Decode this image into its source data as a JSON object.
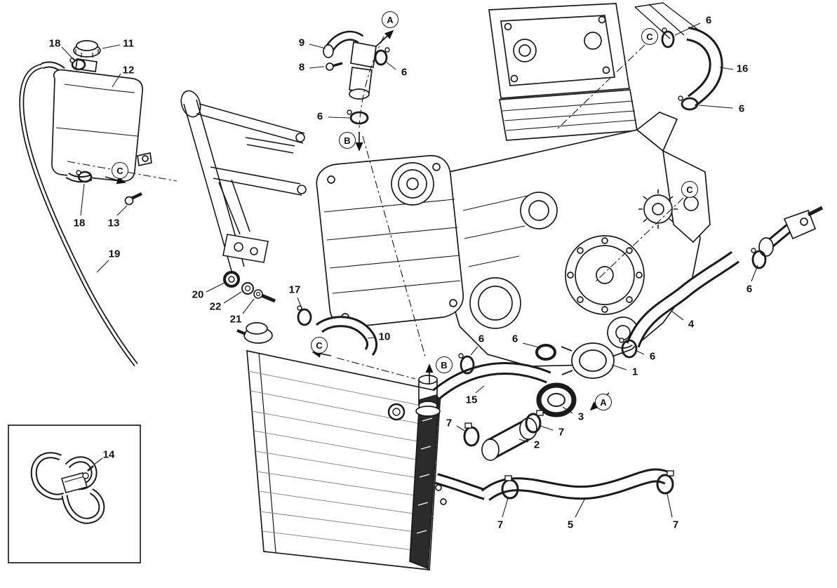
{
  "page": {
    "background_color": "#ffffff",
    "line_color": "#1a1a1a"
  },
  "diagram": {
    "kind": "exploded-parts-diagram",
    "subject": "engine-cooling-circuit",
    "part_callouts": [
      {
        "label": "18"
      },
      {
        "label": "11"
      },
      {
        "label": "12"
      },
      {
        "label": "9"
      },
      {
        "label": "8"
      },
      {
        "label": "6"
      },
      {
        "label": "6"
      },
      {
        "label": "16"
      },
      {
        "label": "6"
      },
      {
        "label": "6"
      },
      {
        "label": "18"
      },
      {
        "label": "13"
      },
      {
        "label": "19"
      },
      {
        "label": "20"
      },
      {
        "label": "22"
      },
      {
        "label": "21"
      },
      {
        "label": "17"
      },
      {
        "label": "10"
      },
      {
        "label": "6"
      },
      {
        "label": "6"
      },
      {
        "label": "1"
      },
      {
        "label": "6"
      },
      {
        "label": "4"
      },
      {
        "label": "6"
      },
      {
        "label": "3"
      },
      {
        "label": "15"
      },
      {
        "label": "7"
      },
      {
        "label": "7"
      },
      {
        "label": "2"
      },
      {
        "label": "14"
      },
      {
        "label": "7"
      },
      {
        "label": "5"
      },
      {
        "label": "7"
      }
    ],
    "letter_callouts": [
      {
        "label": "A"
      },
      {
        "label": "C"
      },
      {
        "label": "B"
      },
      {
        "label": "C"
      },
      {
        "label": "C"
      },
      {
        "label": "C"
      },
      {
        "label": "B"
      },
      {
        "label": "A"
      }
    ]
  }
}
